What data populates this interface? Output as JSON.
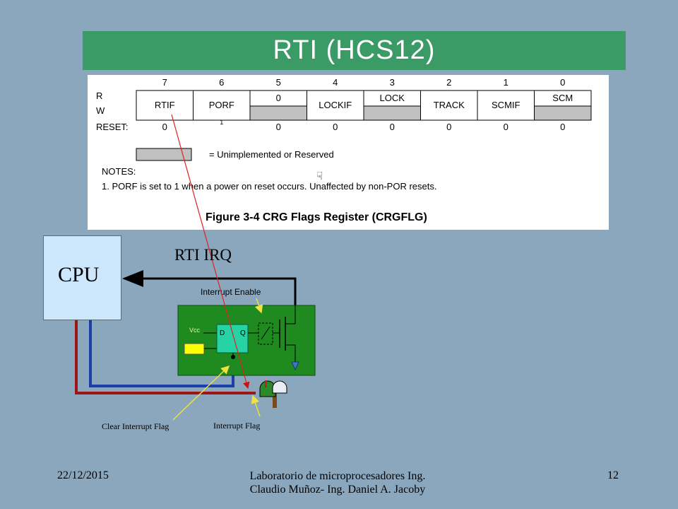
{
  "slide": {
    "title": "RTI (HCS12)",
    "footer": {
      "date": "22/12/2015",
      "center": "Laboratorio de microprocesadores Ing. Claudio Muñoz- Ing. Daniel A. Jacoby",
      "page": "12"
    }
  },
  "register": {
    "bit_numbers": [
      "7",
      "6",
      "5",
      "4",
      "3",
      "2",
      "1",
      "0"
    ],
    "row_labels": {
      "read": "R",
      "write": "W",
      "reset": "RESET:"
    },
    "fields": [
      "RTIF",
      "PORF",
      "0",
      "LOCKIF",
      "LOCK",
      "TRACK",
      "SCMIF",
      "SCM"
    ],
    "reset_values": [
      "0",
      "1",
      "0",
      "0",
      "0",
      "0",
      "0",
      "0"
    ],
    "legend": "= Unimplemented or Reserved",
    "notes_title": "NOTES:",
    "note1": "1. PORF is set to 1 when a power on reset occurs. Unaffected by non-POR resets.",
    "caption": "Figure 3-4  CRG Flags Register (CRGFLG)"
  },
  "diagram": {
    "cpu_label": "CPU",
    "irq_label": "RTI  IRQ",
    "interrupt_enable": "Interrupt Enable",
    "vcc": "Vcc",
    "ff_d": "D",
    "ff_q": "Q",
    "clear_flag": "Clear Interrupt Flag",
    "interrupt_flag": "Interrupt Flag"
  },
  "colors": {
    "background": "#8aa7bd",
    "title_bar": "#3a9b66",
    "circuit_board": "#1f8a1f",
    "flip_flop": "#27d3a4",
    "cpu_box": "#cce6fb",
    "wire_red": "#a01414",
    "wire_blue": "#1b3fa8"
  }
}
